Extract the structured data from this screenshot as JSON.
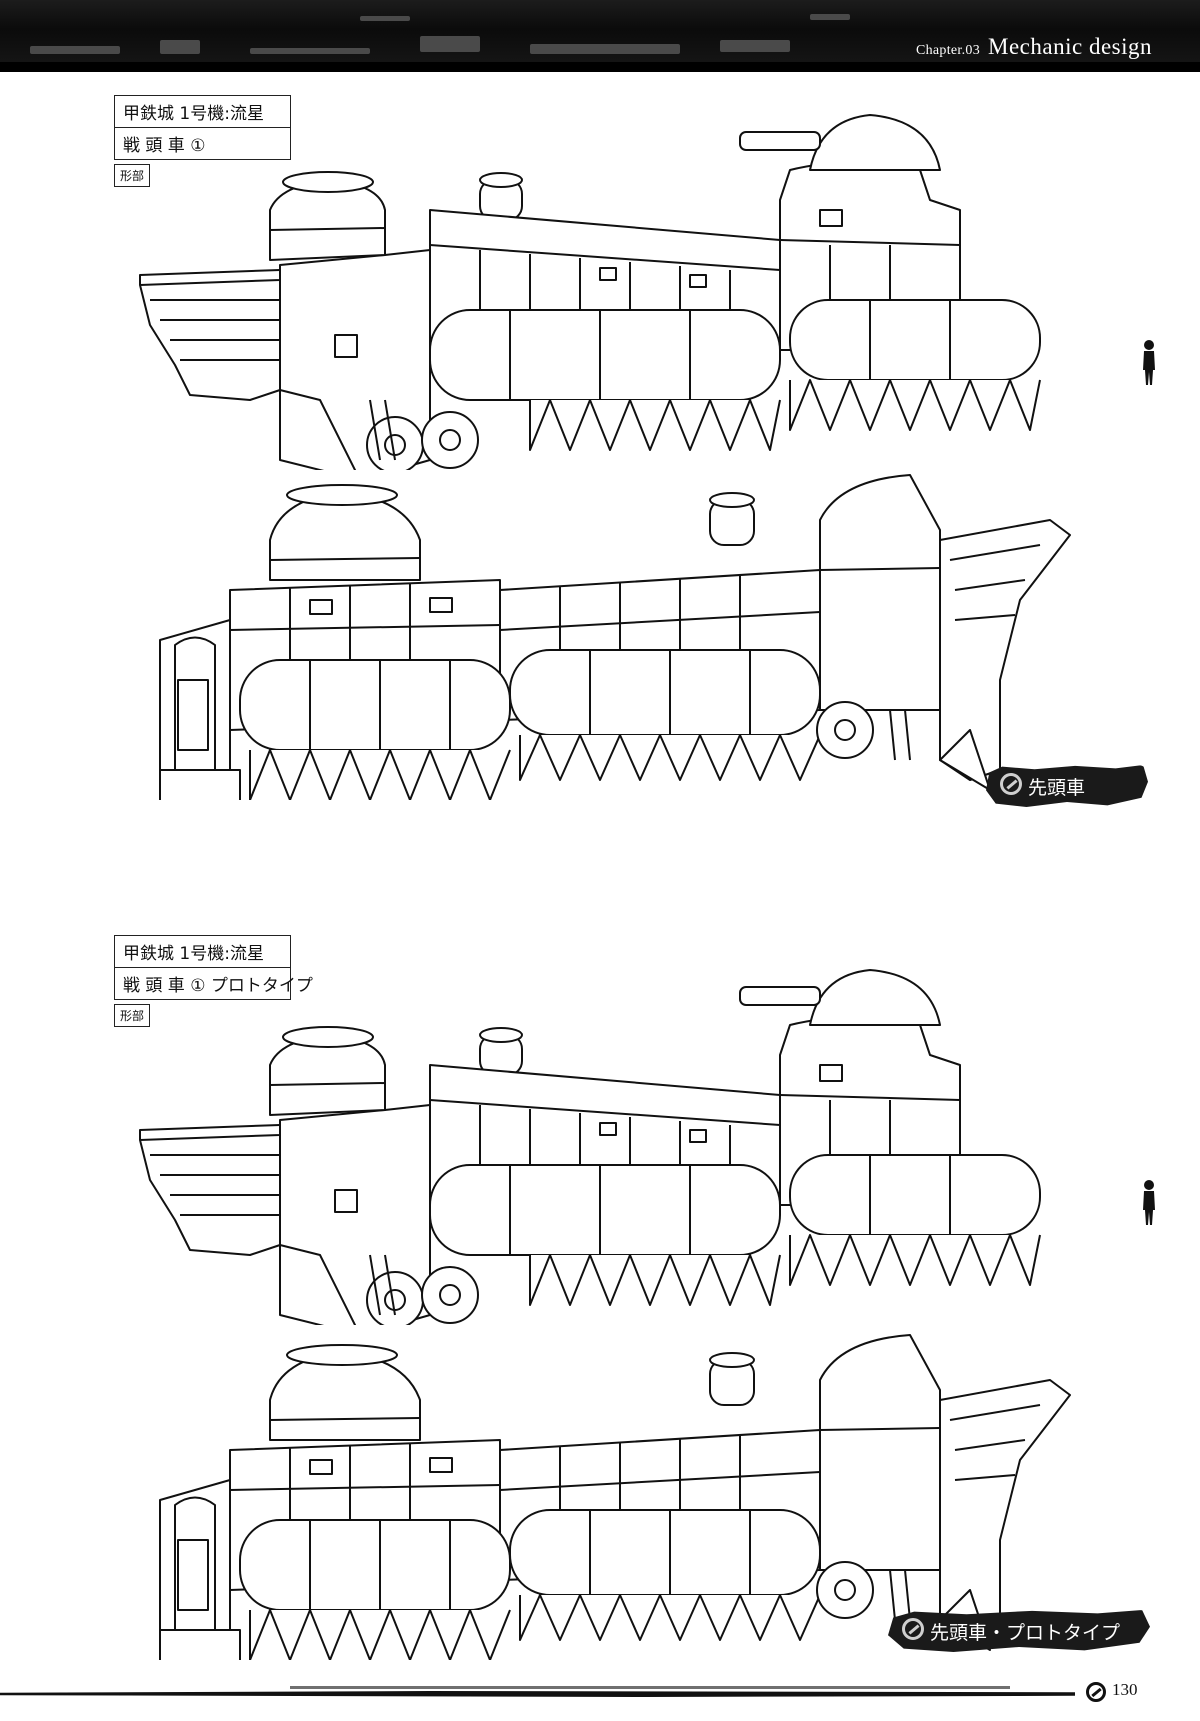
{
  "header": {
    "chapter_small": "Chapter.03",
    "chapter_title": "Mechanic design"
  },
  "sections": [
    {
      "label": {
        "line1": "甲鉄城 1号機:流星",
        "line2": "戦 頭 車 ①",
        "tag": "形部"
      },
      "caption": "先頭車"
    },
    {
      "label": {
        "line1": "甲鉄城 1号機:流星",
        "line2": "戦 頭 車 ① プロトタイプ",
        "tag": "形部"
      },
      "caption": "先頭車・プロトタイプ"
    }
  ],
  "footer": {
    "page_number": "130"
  }
}
